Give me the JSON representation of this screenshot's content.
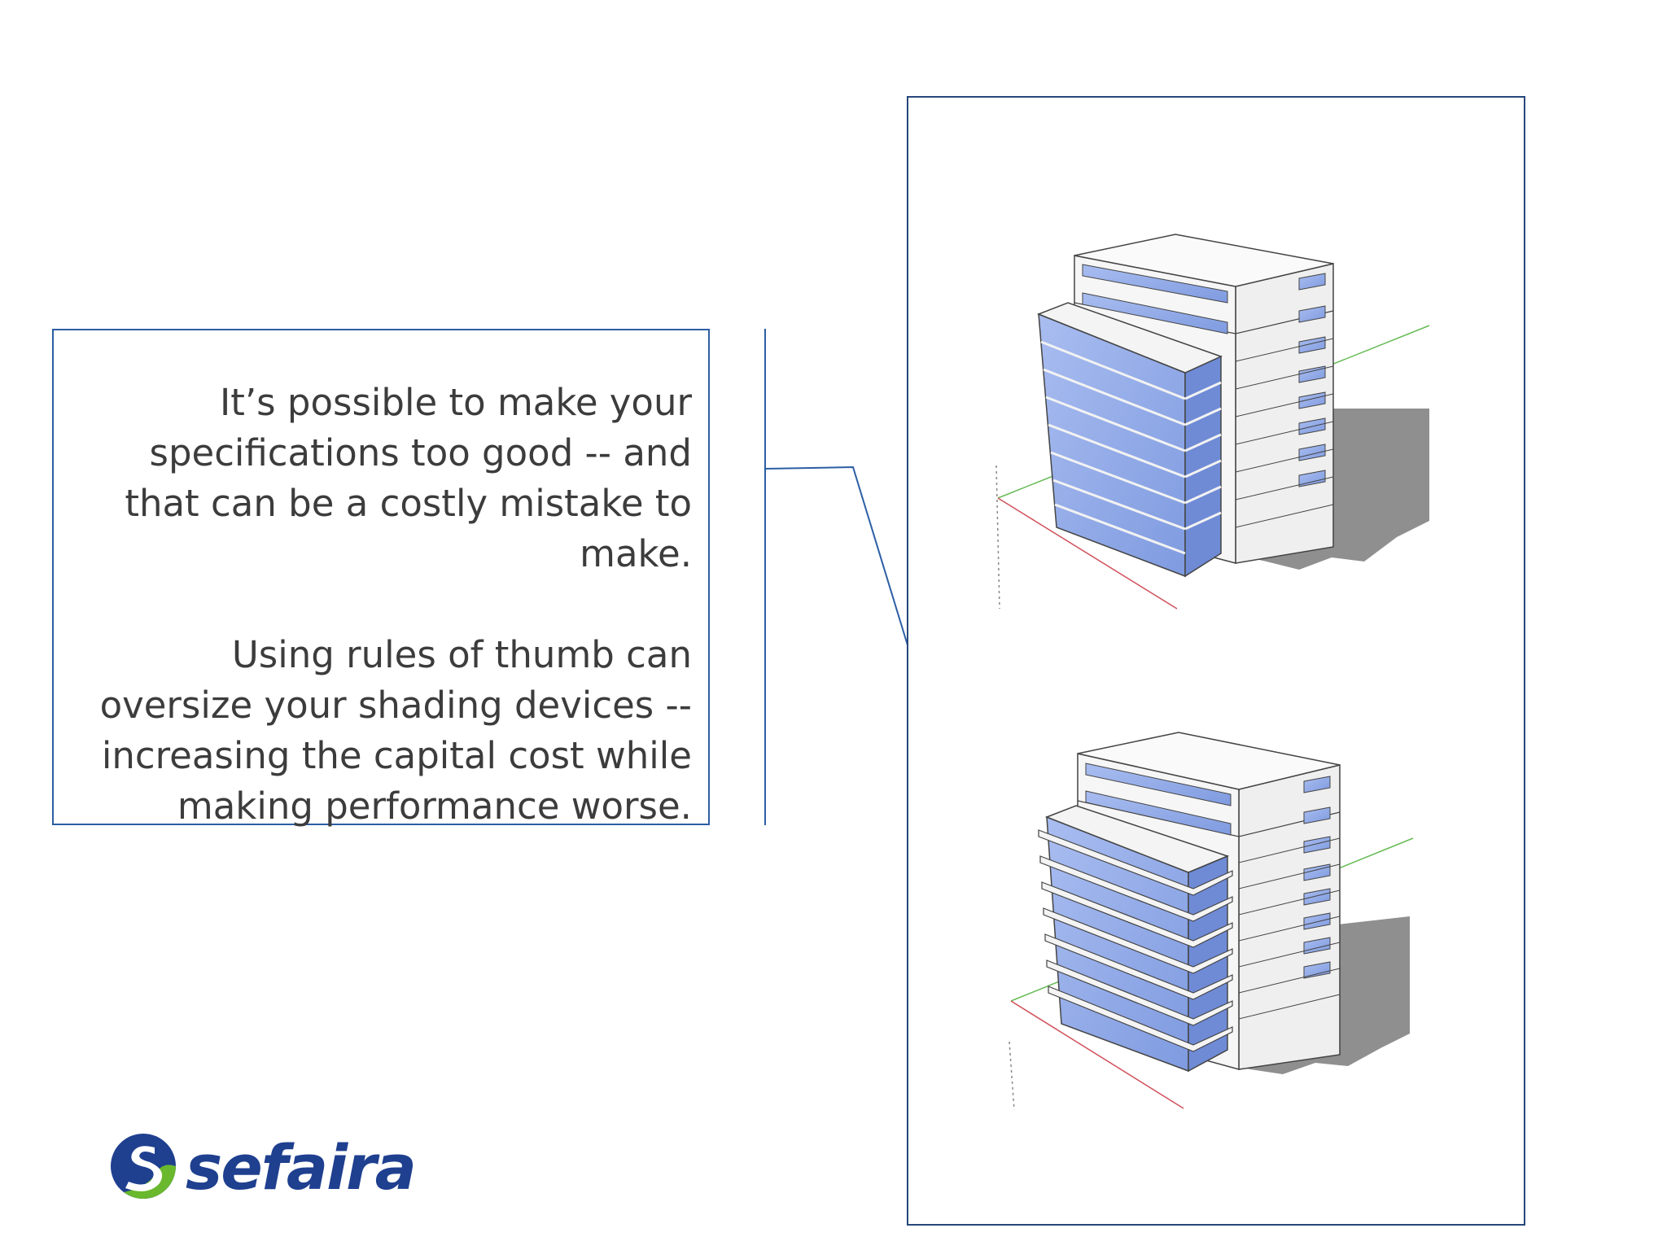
{
  "callout": {
    "paragraph1": "It’s possible to make your specifications too good -- and that can be a costly mistake to make.",
    "paragraph2": "Using rules of thumb can oversize your shading devices -- increasing the capital cost while making performance worse."
  },
  "logo": {
    "text": "sefaira",
    "colors": {
      "blue": "#1f3f8f",
      "green": "#6ab82e"
    }
  },
  "figure": {
    "models": [
      {
        "name": "building-without-shading-fins"
      },
      {
        "name": "building-with-shading-fins"
      }
    ],
    "colors": {
      "frame": "#27477a",
      "glazing": "#8fa9e6",
      "shadow": "#8f8f8f",
      "line": "#2c5ea4"
    }
  }
}
